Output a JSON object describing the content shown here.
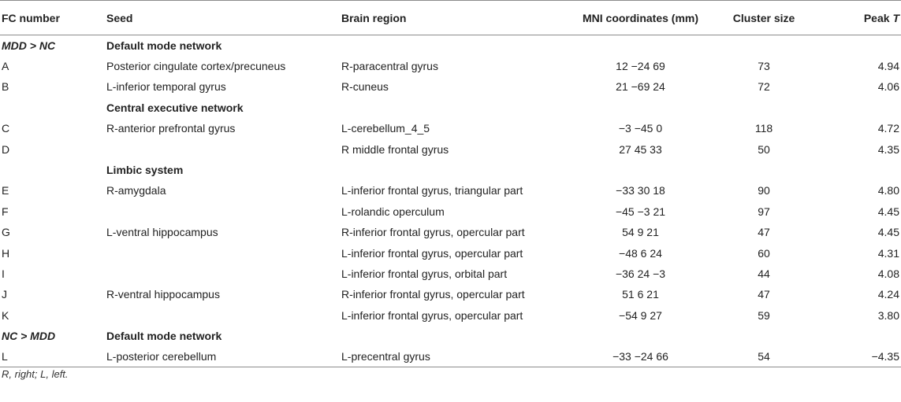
{
  "table": {
    "headers": {
      "fc_number": "FC number",
      "seed": "Seed",
      "brain_region": "Brain region",
      "mni": "MNI coordinates (mm)",
      "cluster_size": "Cluster size",
      "peak_prefix": "Peak ",
      "peak_t": "T"
    },
    "rows": [
      {
        "fc": "MDD > NC",
        "seed": "Default mode network",
        "region": "",
        "mni": "",
        "size": "",
        "peak": "",
        "kind": "group"
      },
      {
        "fc": "A",
        "seed": "Posterior cingulate cortex/precuneus",
        "region": "R-paracentral gyrus",
        "mni": "12 −24 69",
        "size": "73",
        "peak": "4.94",
        "kind": "data"
      },
      {
        "fc": "B",
        "seed": "L-inferior temporal gyrus",
        "region": "R-cuneus",
        "mni": "21 −69 24",
        "size": "72",
        "peak": "4.06",
        "kind": "data"
      },
      {
        "fc": "",
        "seed": "Central executive network",
        "region": "",
        "mni": "",
        "size": "",
        "peak": "",
        "kind": "section"
      },
      {
        "fc": "C",
        "seed": "R-anterior prefrontal gyrus",
        "region": "L-cerebellum_4_5",
        "mni": "−3 −45 0",
        "size": "118",
        "peak": "4.72",
        "kind": "data"
      },
      {
        "fc": "D",
        "seed": "",
        "region": "R middle frontal gyrus",
        "mni": "27 45 33",
        "size": "50",
        "peak": "4.35",
        "kind": "data"
      },
      {
        "fc": "",
        "seed": "Limbic system",
        "region": "",
        "mni": "",
        "size": "",
        "peak": "",
        "kind": "section"
      },
      {
        "fc": "E",
        "seed": "R-amygdala",
        "region": "L-inferior frontal gyrus, triangular part",
        "mni": "−33 30 18",
        "size": "90",
        "peak": "4.80",
        "kind": "data"
      },
      {
        "fc": "F",
        "seed": "",
        "region": "L-rolandic operculum",
        "mni": "−45 −3 21",
        "size": "97",
        "peak": "4.45",
        "kind": "data"
      },
      {
        "fc": "G",
        "seed": "L-ventral hippocampus",
        "region": "R-inferior frontal gyrus, opercular part",
        "mni": "54 9 21",
        "size": "47",
        "peak": "4.45",
        "kind": "data"
      },
      {
        "fc": "H",
        "seed": "",
        "region": "L-inferior frontal gyrus, opercular part",
        "mni": "−48 6 24",
        "size": "60",
        "peak": "4.31",
        "kind": "data"
      },
      {
        "fc": "I",
        "seed": "",
        "region": "L-inferior frontal gyrus, orbital part",
        "mni": "−36 24 −3",
        "size": "44",
        "peak": "4.08",
        "kind": "data"
      },
      {
        "fc": "J",
        "seed": "R-ventral hippocampus",
        "region": "R-inferior frontal gyrus, opercular part",
        "mni": "51 6 21",
        "size": "47",
        "peak": "4.24",
        "kind": "data"
      },
      {
        "fc": "K",
        "seed": "",
        "region": "L-inferior frontal gyrus, opercular part",
        "mni": "−54 9 27",
        "size": "59",
        "peak": "3.80",
        "kind": "data"
      },
      {
        "fc": "NC > MDD",
        "seed": "Default mode network",
        "region": "",
        "mni": "",
        "size": "",
        "peak": "",
        "kind": "group"
      },
      {
        "fc": "L",
        "seed": "L-posterior cerebellum",
        "region": "L-precentral gyrus",
        "mni": "−33 −24 66",
        "size": "54",
        "peak": "−4.35",
        "kind": "data"
      }
    ]
  },
  "footnote": "R, right; L, left."
}
